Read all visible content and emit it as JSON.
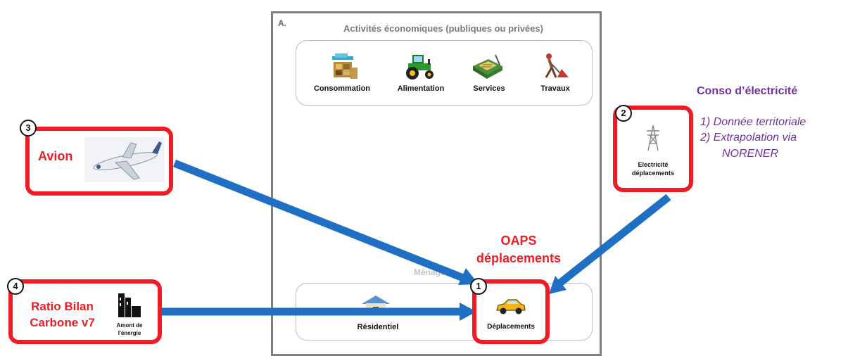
{
  "panel": {
    "letter": "A.",
    "title": "Activités économiques (publiques ou privées)",
    "activities": [
      "Consommation",
      "Alimentation",
      "Services",
      "Travaux"
    ],
    "menages_label": "Ménages",
    "residentiel_label": "Résidentiel"
  },
  "boxes": {
    "box1": {
      "number": "1",
      "label": "Déplacements",
      "title_line1": "OAPS",
      "title_line2": "déplacements"
    },
    "box2": {
      "number": "2",
      "label_line1": "Electricité",
      "label_line2": "déplacements"
    },
    "box3": {
      "number": "3",
      "label": "Avion"
    },
    "box4": {
      "number": "4",
      "label_line1": "Ratio Bilan",
      "label_line2": "Carbone v7",
      "sub_line1": "Amont de",
      "sub_line2": "l'énergie"
    }
  },
  "notes": {
    "title": "Conso d’électricité",
    "items": [
      "1)  Donnée territoriale",
      "2)  Extrapolation via",
      "NORENER"
    ]
  },
  "colors": {
    "red": "#ee1c25",
    "purple": "#7030a0",
    "arrow_blue": "#1f6fc5",
    "panel_gray": "#7f7f7f"
  }
}
